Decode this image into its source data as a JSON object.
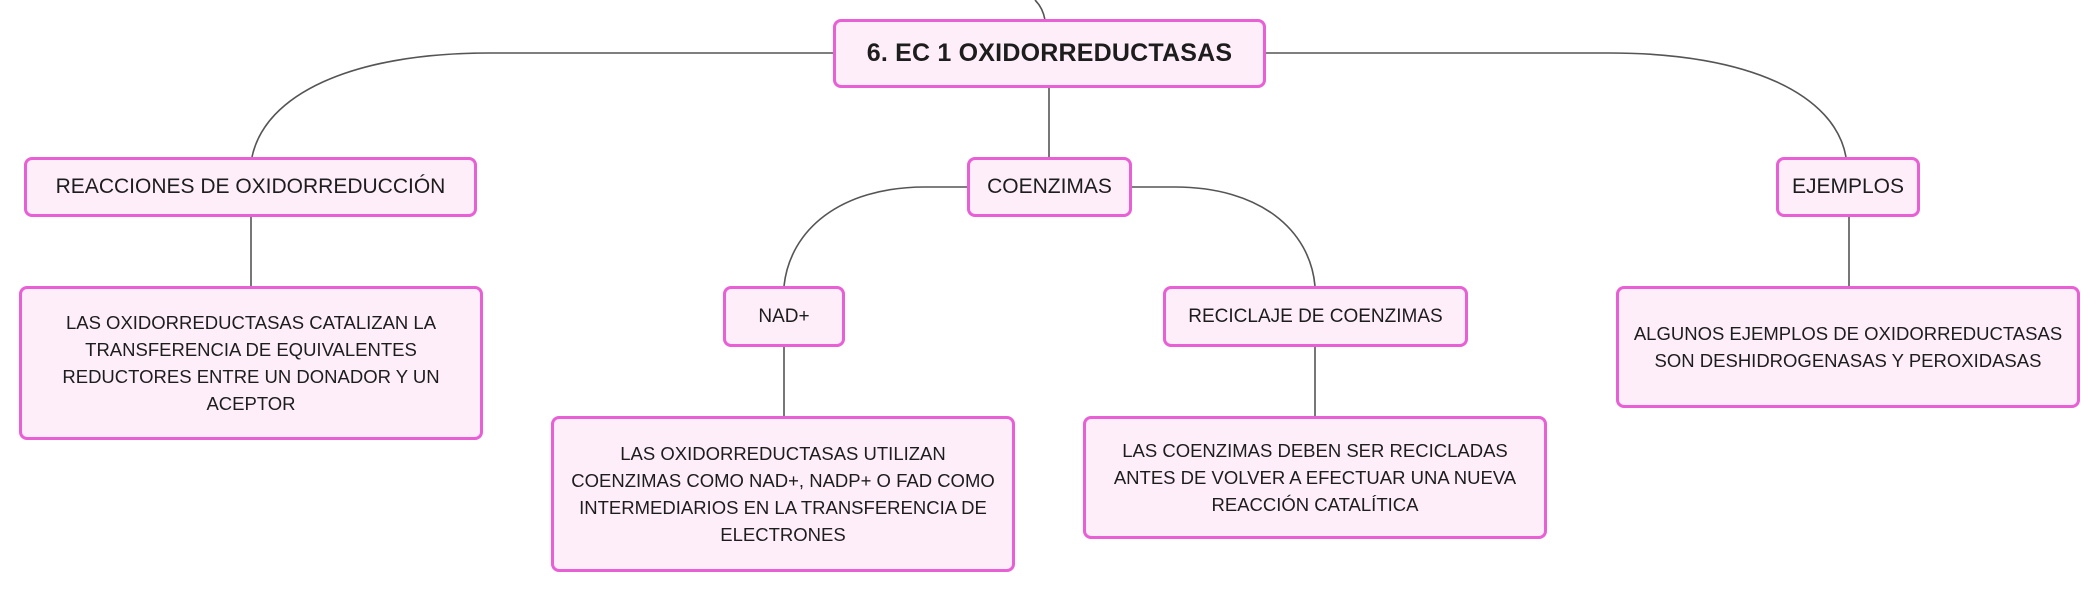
{
  "diagram": {
    "root": {
      "label": "6. EC 1 OXIDORREDUCTASAS"
    },
    "branches": {
      "reacciones": {
        "label": "REACCIONES DE OXIDORREDUCCIÓN",
        "detail": "LAS OXIDORREDUCTASAS CATALIZAN LA TRANSFERENCIA DE EQUIVALENTES REDUCTORES ENTRE UN DONADOR Y UN ACEPTOR"
      },
      "coenzimas": {
        "label": "COENZIMAS",
        "children": {
          "nad": {
            "label": "NAD+",
            "detail": "LAS OXIDORREDUCTASAS UTILIZAN COENZIMAS COMO NAD+, NADP+ O FAD COMO INTERMEDIARIOS EN LA TRANSFERENCIA DE ELECTRONES"
          },
          "reciclaje": {
            "label": "RECICLAJE DE COENZIMAS",
            "detail": "LAS COENZIMAS DEBEN SER RECICLADAS ANTES DE VOLVER A EFECTUAR UNA NUEVA REACCIÓN CATALÍTICA"
          }
        }
      },
      "ejemplos": {
        "label": "EJEMPLOS",
        "detail": "ALGUNOS EJEMPLOS DE OXIDORREDUCTASAS SON DESHIDROGENASAS Y PEROXIDASAS"
      }
    }
  },
  "colors": {
    "node_border": "#e95fd6",
    "node_fill": "#fdeefa",
    "connector": "#555555",
    "text": "#1d1d1d"
  }
}
